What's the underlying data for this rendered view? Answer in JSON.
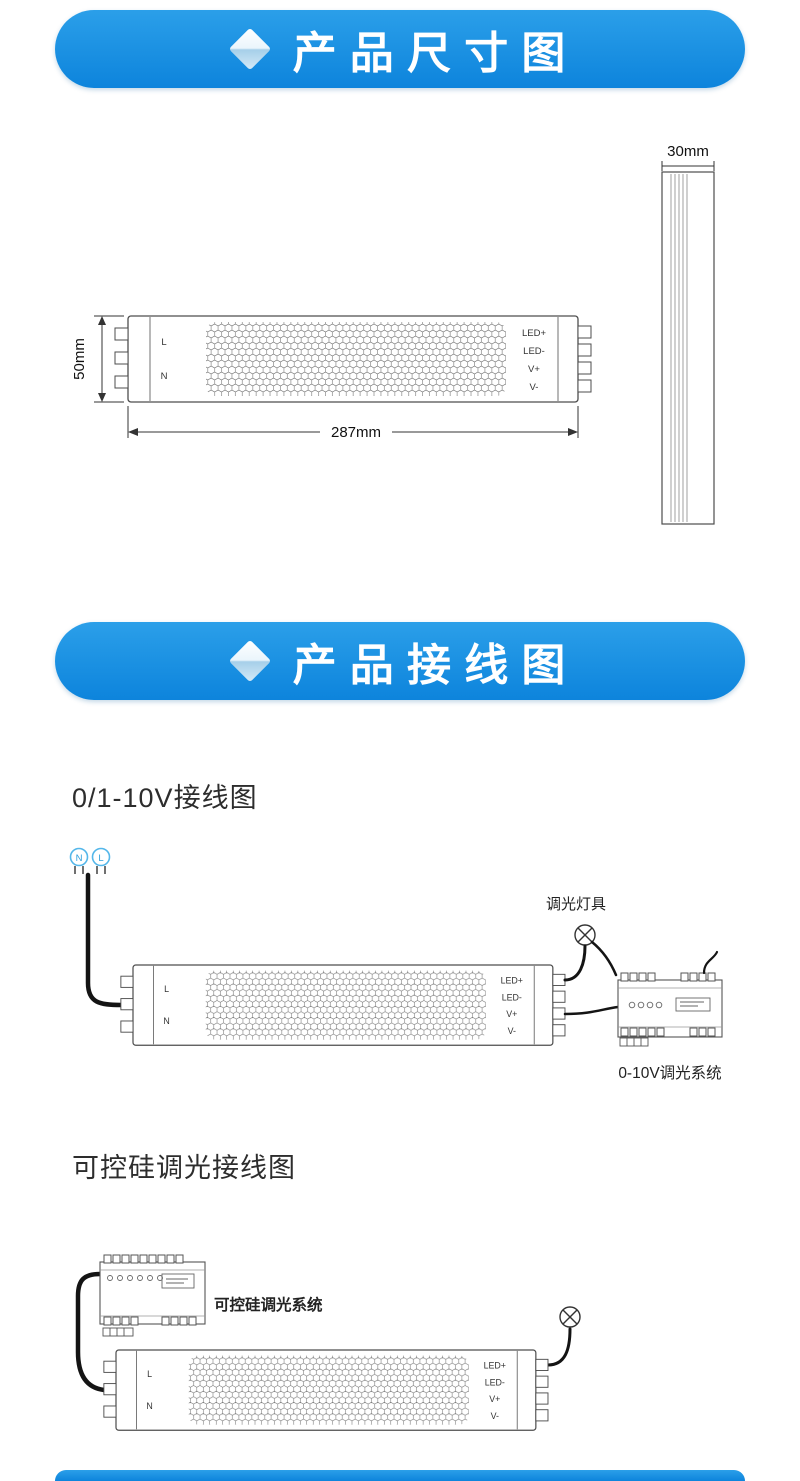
{
  "banners": {
    "dimension_title": "产品尺寸图",
    "wiring_title": "产品接线图"
  },
  "colors": {
    "banner_blue": "#0d84dc",
    "drawing_line": "#4d4d4d",
    "wire_black": "#141414",
    "mains_circle_blue": "#54b7ea"
  },
  "dimensions": {
    "width": "287mm",
    "height": "50mm",
    "depth": "30mm"
  },
  "driver": {
    "left_terminals": [
      "L",
      "N"
    ],
    "right_terminals": [
      "LED+",
      "LED-",
      "V+",
      "V-"
    ]
  },
  "wiring_010v": {
    "heading": "0/1-10V接线图",
    "neutral": "N",
    "live": "L",
    "lamp_label": "调光灯具",
    "system_label": "0-10V调光系统"
  },
  "wiring_triac": {
    "heading": "可控硅调光接线图",
    "system_label": "可控硅调光系统"
  }
}
